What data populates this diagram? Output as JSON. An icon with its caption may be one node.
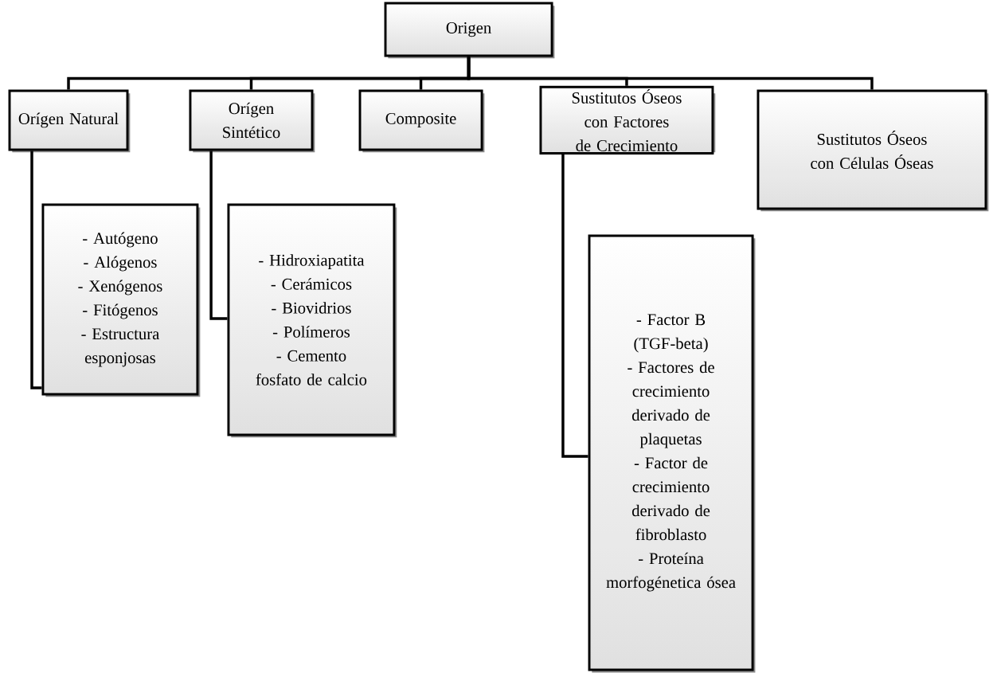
{
  "diagram": {
    "nodes": [
      {
        "text": [
          "Origen"
        ]
      },
      {
        "text": [
          "Orígen Natural"
        ]
      },
      {
        "text": [
          "Orígen Sintético"
        ]
      },
      {
        "text": [
          "Composite"
        ]
      },
      {
        "text": [
          "Sustitutos Óseos con Factores de Crecimiento"
        ]
      },
      {
        "text": [
          "Sustitutos Óseos con Células Óseas"
        ]
      },
      {
        "text": [
          "- Autógeno",
          "- Alógenos",
          "- Xenógenos",
          "- Fitógenos",
          "- Estructura esponjosas"
        ]
      },
      {
        "text": [
          "- Hidroxiapatita",
          "- Cerámicos",
          "- Biovidrios",
          "- Polímeros",
          "- Cemento fosfato de calcio"
        ]
      },
      {
        "text": [
          "- Factor B (TGF-beta)",
          "- Factores de crecimiento derivado de plaquetas",
          "- Factor de crecimiento derivado de fibroblasto",
          "- Proteína morfogénetica ósea"
        ]
      }
    ],
    "edges": [
      {
        "from": 0,
        "to": 1,
        "arrow": "none"
      },
      {
        "from": 0,
        "to": 2,
        "arrow": "none"
      },
      {
        "from": 0,
        "to": 3,
        "arrow": "none"
      },
      {
        "from": 0,
        "to": 4,
        "arrow": "none"
      },
      {
        "from": 0,
        "to": 5,
        "arrow": "none"
      },
      {
        "from": 1,
        "to": 6,
        "arrow": "none"
      },
      {
        "from": 2,
        "to": 7,
        "arrow": "none"
      },
      {
        "from": 4,
        "to": 8,
        "arrow": "none"
      }
    ]
  }
}
